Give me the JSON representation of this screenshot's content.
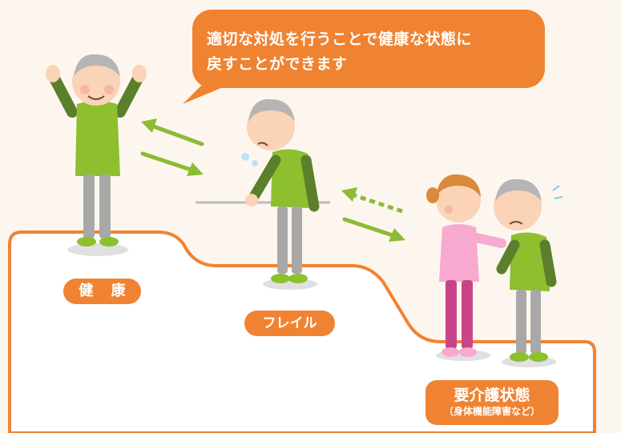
{
  "bubble": {
    "line1": "適切な対処を行うことで健康な状態に",
    "line2": "戻すことができます"
  },
  "states": {
    "health": "健 康",
    "frail": "フレイル",
    "care": "要介護状態",
    "care_note": "（身体機能障害など）"
  },
  "colors": {
    "accent_orange": "#f08332",
    "arrow_green": "#8dbb35",
    "shirt_green": "#8dbf2e",
    "sleeve_green": "#5b7f2a",
    "nurse_pink": "#f7a9cf",
    "background": "#fdf6ef"
  }
}
